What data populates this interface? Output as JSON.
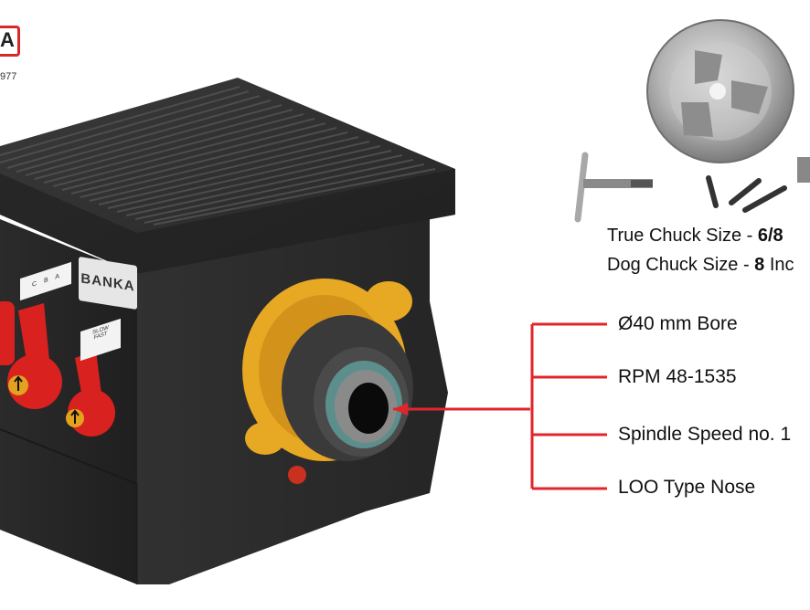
{
  "logo": {
    "letter": "A",
    "year": "977"
  },
  "machine": {
    "brand": "BANKA",
    "gear_tag": [
      "C",
      "B",
      "A"
    ],
    "speed_tag": [
      "SLOW",
      "FAST"
    ]
  },
  "chuck": {
    "true_label": "True Chuck Size - ",
    "true_value": "6/8",
    "dog_label": "Dog Chuck Size - ",
    "dog_value": "8",
    "dog_suffix": " Inc"
  },
  "specs": [
    {
      "text": "Ø40 mm Bore"
    },
    {
      "text": "RPM 48-1535"
    },
    {
      "text": "Spindle Speed no. 1"
    },
    {
      "text": "LOO Type Nose"
    }
  ],
  "colors": {
    "callout_red": "#e0262b",
    "body_black": "#2a2a2a",
    "lever_red": "#d9211f",
    "flange_yellow": "#e7a823"
  }
}
